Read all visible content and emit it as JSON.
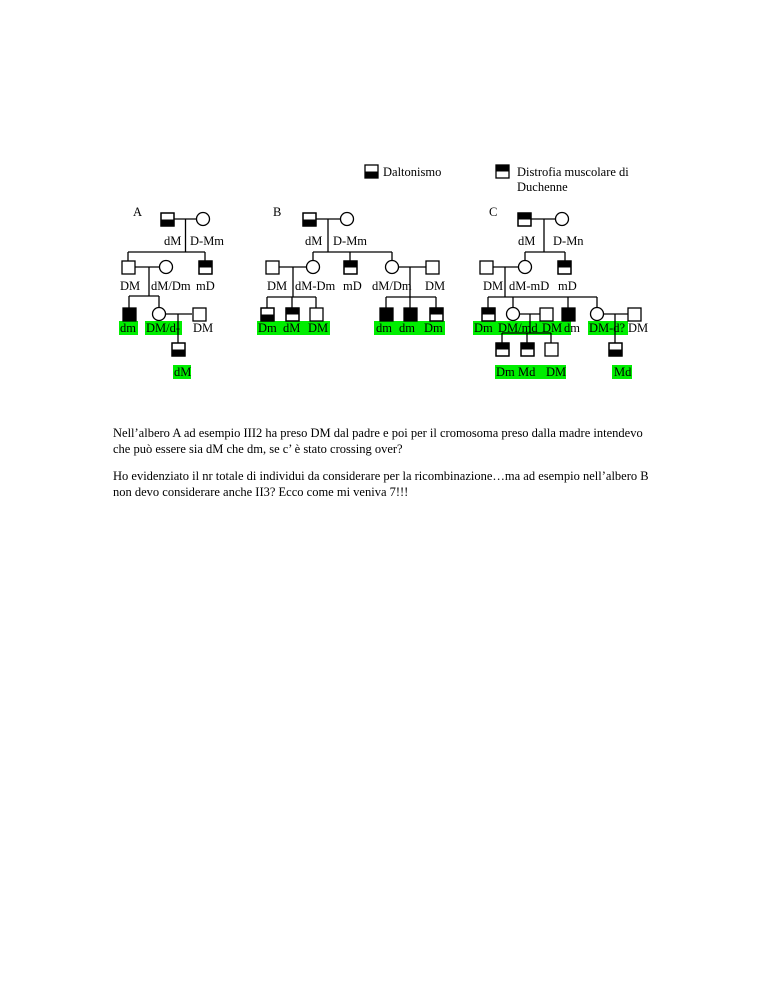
{
  "legend": {
    "daltonismo": "Daltonismo",
    "duchenne_line1": "Distrofia muscolare di",
    "duchenne_line2": "Duchenne"
  },
  "tree_labels": [
    "A",
    "B",
    "C"
  ],
  "genotypes": {
    "A": {
      "gen1": "dM",
      "gen1b": "D-Mm",
      "gen2": [
        "DM",
        "dM/Dm",
        "mD"
      ],
      "gen3": [
        "dm",
        "DM/d-",
        "DM"
      ],
      "gen4": [
        "dM"
      ]
    },
    "B": {
      "gen1": "dM",
      "gen1b": "D-Mm",
      "gen2": [
        "DM",
        "dM-Dm",
        "mD",
        "dM/Dm",
        "DM"
      ],
      "gen3": [
        "Dm",
        "dM",
        "DM",
        "dm",
        "dm",
        "Dm"
      ]
    },
    "C": {
      "gen1": "dM",
      "gen1b": "D-Mn",
      "gen2": [
        "DM",
        "dM-mD",
        "mD"
      ],
      "gen3": [
        "Dm",
        "DM/md",
        "DM",
        "dm",
        "DM-d?",
        "DM"
      ],
      "gen4": [
        "Dm",
        "Md",
        "DM",
        "Md"
      ]
    }
  },
  "highlight_color": "#00ee00",
  "paragraphs": [
    "Nell’albero A ad esempio III2 ha preso DM dal padre e poi per il cromosoma preso dalla madre intendevo che può essere sia dM che dm, se c’ è stato crossing over?",
    "Ho evidenziato il nr totale di individui da considerare per la ricombinazione…ma ad esempio nell’albero B non devo considerare anche II3? Ecco come mi veniva 7!!!"
  ]
}
